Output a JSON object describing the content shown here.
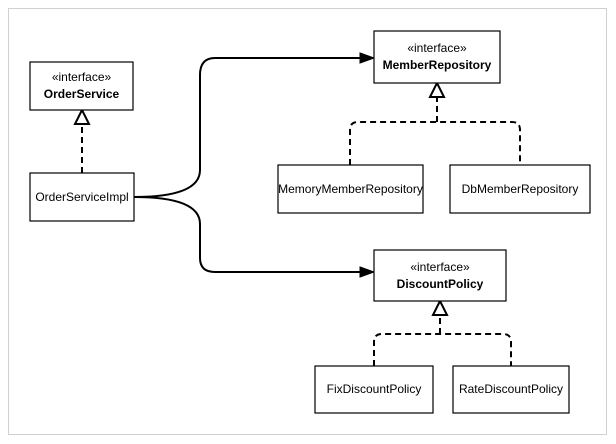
{
  "nodes": {
    "order_service": {
      "stereotype": "«interface»",
      "name": "OrderService"
    },
    "order_service_impl": {
      "name": "OrderServiceImpl"
    },
    "member_repository": {
      "stereotype": "«interface»",
      "name": "MemberRepository"
    },
    "memory_member_repository": {
      "name": "MemoryMemberRepository"
    },
    "db_member_repository": {
      "name": "DbMemberRepository"
    },
    "discount_policy": {
      "stereotype": "«interface»",
      "name": "DiscountPolicy"
    },
    "fix_discount_policy": {
      "name": "FixDiscountPolicy"
    },
    "rate_discount_policy": {
      "name": "RateDiscountPolicy"
    }
  },
  "edges": [
    {
      "type": "realization",
      "from": "order_service_impl",
      "to": "order_service"
    },
    {
      "type": "dependency",
      "from": "order_service_impl",
      "to": "member_repository"
    },
    {
      "type": "dependency",
      "from": "order_service_impl",
      "to": "discount_policy"
    },
    {
      "type": "realization",
      "from": "memory_member_repository",
      "to": "member_repository"
    },
    {
      "type": "realization",
      "from": "db_member_repository",
      "to": "member_repository"
    },
    {
      "type": "realization",
      "from": "fix_discount_policy",
      "to": "discount_policy"
    },
    {
      "type": "realization",
      "from": "rate_discount_policy",
      "to": "discount_policy"
    }
  ]
}
